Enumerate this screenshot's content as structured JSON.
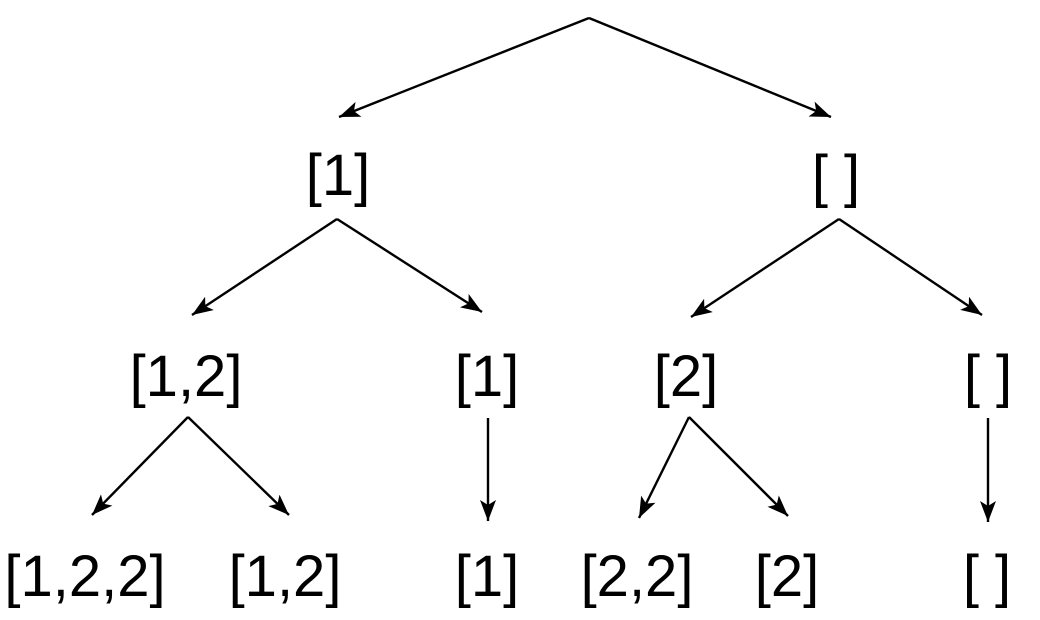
{
  "colors": {
    "foreground": "#000000",
    "background": "#ffffff"
  },
  "tree": {
    "description": "Binary decision tree enumerating subsets; each node holds a list, left branch adds next element, right branch skips it",
    "root": {
      "label": "",
      "children": [
        {
          "label": "[1]",
          "children": [
            {
              "label": "[1,2]",
              "children": [
                {
                  "label": "[1,2,2]",
                  "children": []
                },
                {
                  "label": "[1,2]",
                  "children": []
                }
              ]
            },
            {
              "label": "[1]",
              "children": [
                {
                  "label": "[1]",
                  "children": []
                }
              ]
            }
          ]
        },
        {
          "label": "[ ]",
          "children": [
            {
              "label": "[2]",
              "children": [
                {
                  "label": "[2,2]",
                  "children": []
                },
                {
                  "label": "[2]",
                  "children": []
                }
              ]
            },
            {
              "label": "[ ]",
              "children": [
                {
                  "label": "[ ]",
                  "children": []
                }
              ]
            }
          ]
        }
      ]
    }
  }
}
